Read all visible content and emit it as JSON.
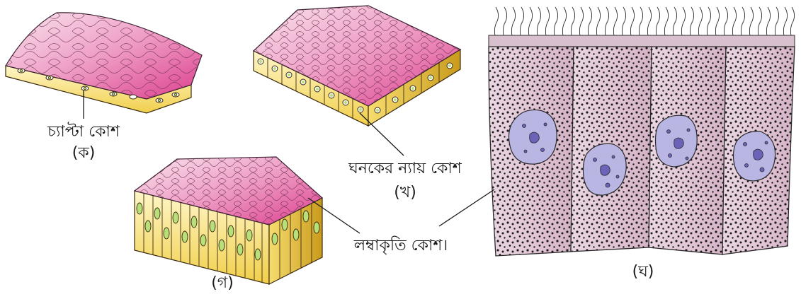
{
  "labels": {
    "a": {
      "name": "চ্যাপ্টা কোশ",
      "tag": "(ক)"
    },
    "b": {
      "name": "ঘনকের ন্যায় কোশ",
      "tag": "(খ)"
    },
    "c": {
      "name": "লম্বাকৃতি কোশ।",
      "tag": "(গ)"
    },
    "d": {
      "tag": "(ঘ)"
    }
  },
  "colors": {
    "top_light": "#f6d6e6",
    "top_dark": "#e0529a",
    "cell_side": "#f7e27a",
    "nucleus_green": "#b7e07a",
    "cytoplasm": "#e9d3df",
    "nucleus_blue": "#b9b6e3",
    "nucleolus": "#6b63b8"
  }
}
